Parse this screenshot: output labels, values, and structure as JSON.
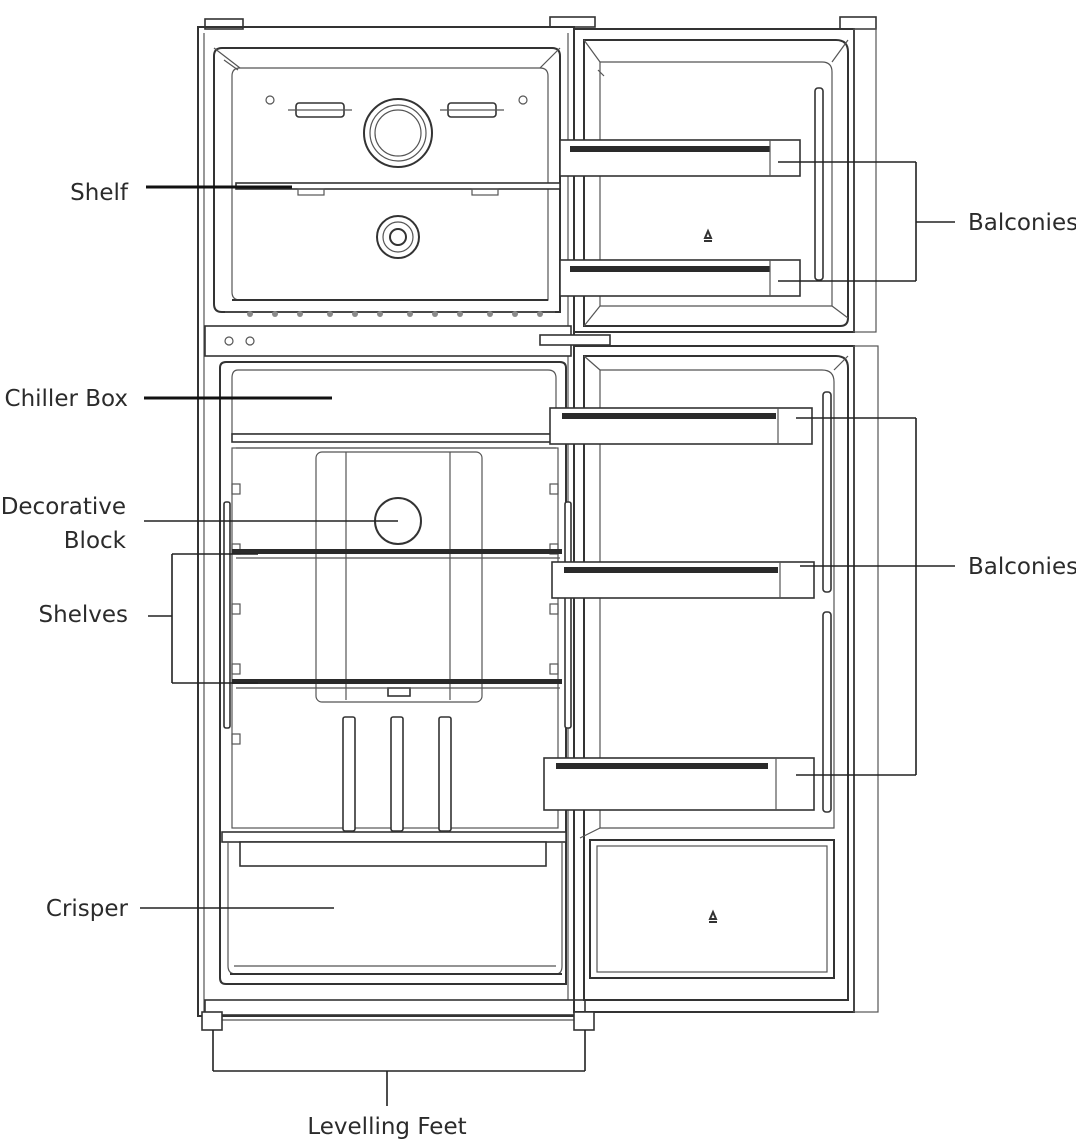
{
  "labels": {
    "shelf": "Shelf",
    "balconies_top": "Balconies",
    "chiller_box": "Chiller Box",
    "decorative_line1": "Decorative",
    "decorative_line2": "Block",
    "shelves": "Shelves",
    "balconies_bottom": "Balconies",
    "crisper": "Crisper",
    "levelling_feet": "Levelling Feet"
  }
}
